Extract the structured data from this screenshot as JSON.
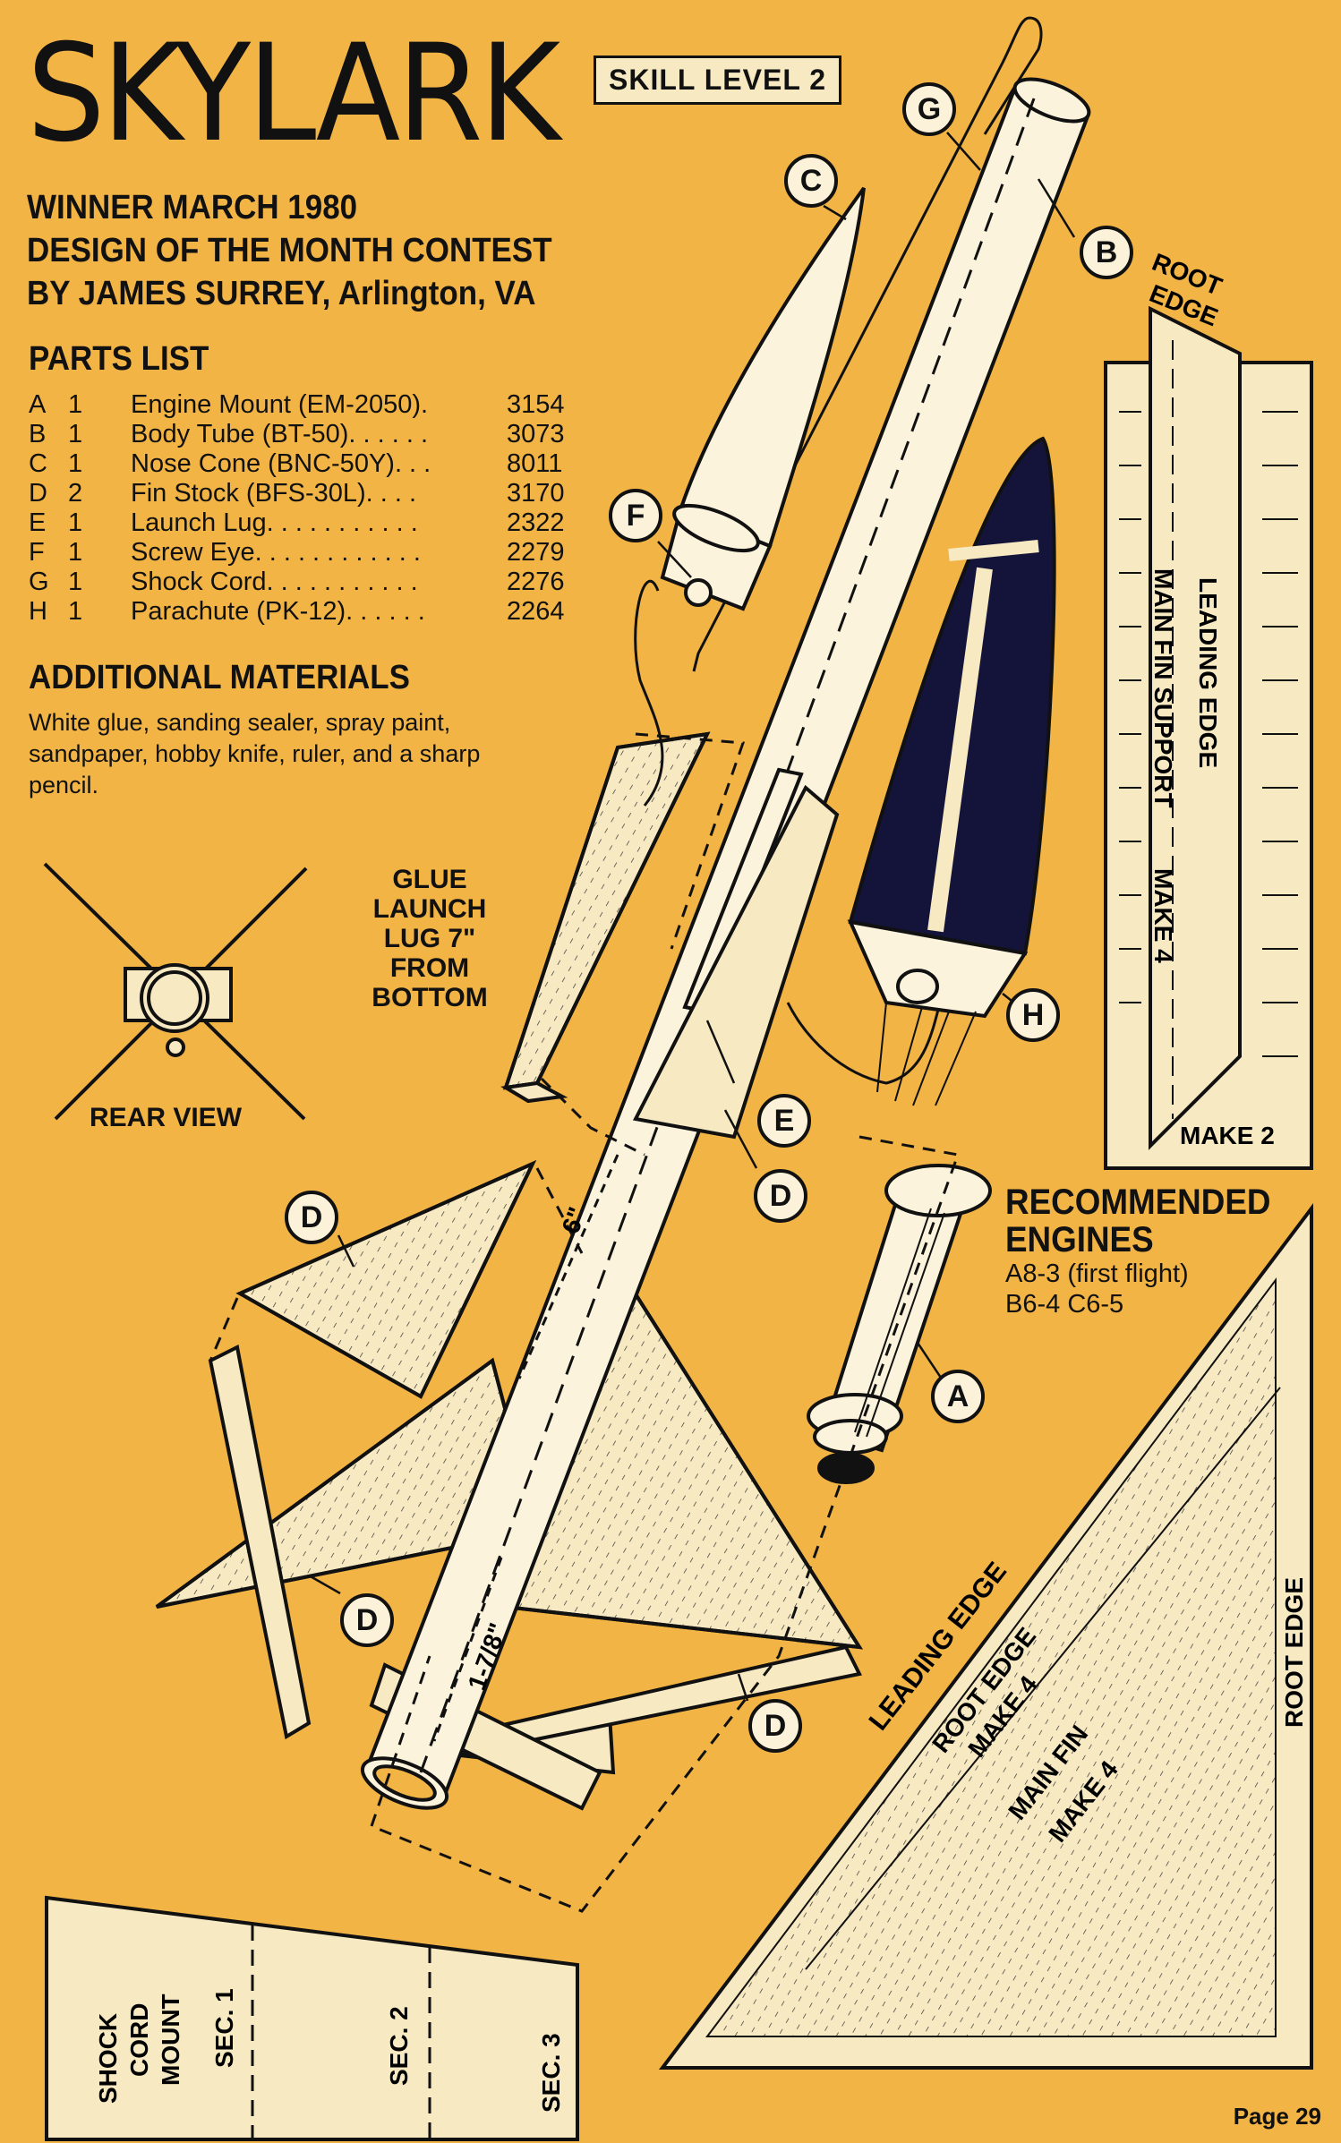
{
  "title": "SKYLARK",
  "skill_level": "SKILL LEVEL 2",
  "header": {
    "line1": "WINNER  MARCH 1980",
    "line2": "DESIGN OF THE MONTH CONTEST",
    "line3": "BY JAMES SURREY, Arlington, VA"
  },
  "parts_list": {
    "heading": "PARTS LIST",
    "items": [
      {
        "letter": "A",
        "qty": "1",
        "name": "Engine Mount (EM-2050).",
        "number": "3154"
      },
      {
        "letter": "B",
        "qty": "1",
        "name": "Body Tube (BT-50). . . . . .",
        "number": "3073"
      },
      {
        "letter": "C",
        "qty": "1",
        "name": "Nose Cone (BNC-50Y). . .",
        "number": "8011"
      },
      {
        "letter": "D",
        "qty": "2",
        "name": "Fin Stock (BFS-30L). . . .",
        "number": "3170"
      },
      {
        "letter": "E",
        "qty": "1",
        "name": "Launch Lug. . . . . . . . . . .",
        "number": "2322"
      },
      {
        "letter": "F",
        "qty": "1",
        "name": "Screw Eye. . . . . . . . . . . .",
        "number": "2279"
      },
      {
        "letter": "G",
        "qty": "1",
        "name": "Shock Cord. . . . . . . . . . .",
        "number": "2276"
      },
      {
        "letter": "H",
        "qty": "1",
        "name": "Parachute (PK-12). . . . . .",
        "number": "2264"
      }
    ]
  },
  "additional_materials": {
    "heading": "ADDITIONAL MATERIALS",
    "text": "White glue, sanding sealer, spray paint, sandpaper, hobby knife, ruler, and a sharp pencil."
  },
  "glue_note": {
    "l1": "GLUE",
    "l2": "LAUNCH",
    "l3": "LUG 7\"",
    "l4": "FROM",
    "l5": "BOTTOM"
  },
  "rear_view": "REAR VIEW",
  "recommended_engines": {
    "heading1": "RECOMMENDED",
    "heading2": "ENGINES",
    "line1": "A8-3 (first flight)",
    "line2": "B6-4  C6-5"
  },
  "callouts": {
    "a": "A",
    "b": "B",
    "c": "C",
    "d": "D",
    "e": "E",
    "f": "F",
    "g": "G",
    "h": "H"
  },
  "dimensions": {
    "six": "6\"",
    "one_seven_eighths": "1-7/8\""
  },
  "fin_support_template": {
    "root_edge_1": "ROOT",
    "root_edge_2": "EDGE",
    "leading_edge": "LEADING EDGE",
    "main_fin_support": "MAIN FIN SUPPORT",
    "make_4": "MAKE 4",
    "make_2": "MAKE 2"
  },
  "main_fin_template": {
    "leading_edge": "LEADING EDGE",
    "root_edge": "ROOT EDGE",
    "make_4_a": "MAKE 4",
    "main_fin": "MAIN FIN",
    "make_4_b": "MAKE 4",
    "root_edge_right": "ROOT EDGE"
  },
  "shock_cord_template": {
    "mount_l1": "SHOCK",
    "mount_l2": "CORD",
    "mount_l3": "MOUNT",
    "sec1": "SEC. 1",
    "sec2": "SEC. 2",
    "sec3": "SEC. 3"
  },
  "page_number": "Page 29",
  "colors": {
    "background": "#F2B445",
    "ink": "#111111",
    "paper": "#F7E9C2",
    "parachute": "#14143A"
  }
}
